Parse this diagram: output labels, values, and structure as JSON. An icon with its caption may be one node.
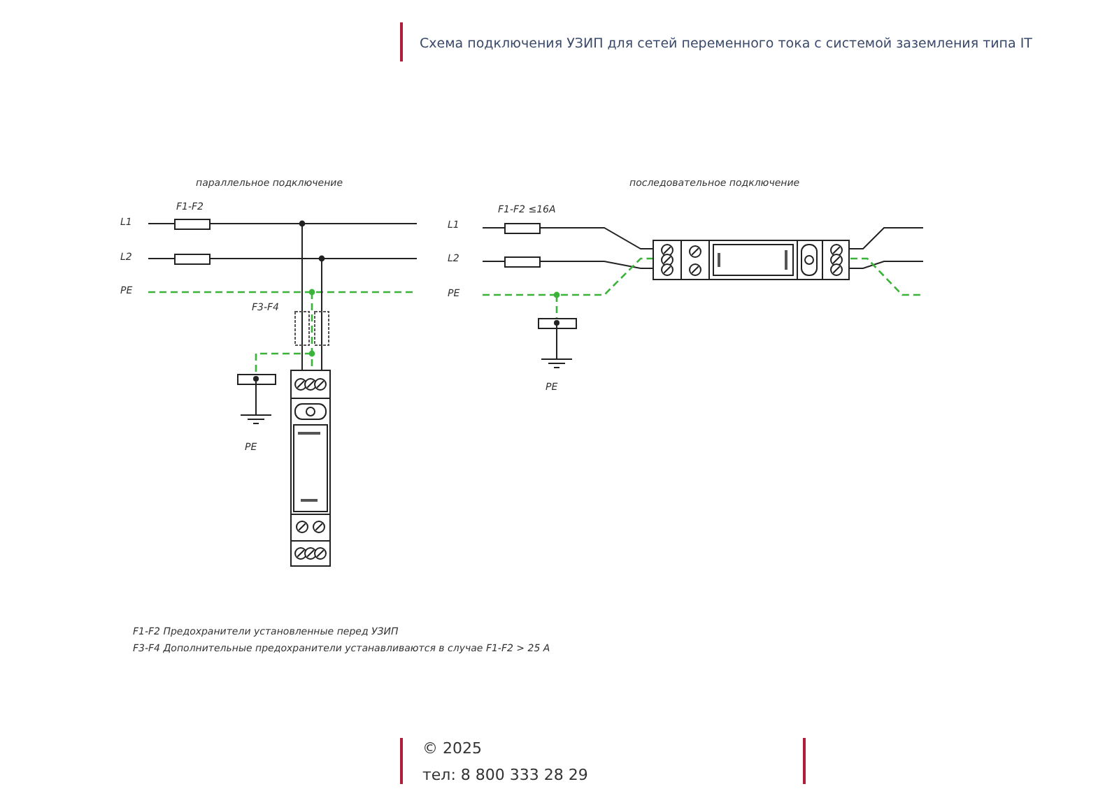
{
  "diagram": {
    "title": "Схема подключения УЗИП для сетей переменного тока с системой заземления типа IT",
    "labels": [
      "параллельное подключение",
      "последовательное подключение",
      "F1-F2",
      "F1-F2 ≤16A",
      "L1",
      "L1",
      "L2",
      "L2",
      "PE",
      "PE",
      "F3-F4",
      "PE",
      "PE",
      "F1-F2 Предохранители установленные перед УЗИП",
      "F3-F4 Дополнительные предохранители устанавливаются в случае F1-F2 > 25 A",
      "© 2025",
      "тел: 8 800 333 28 29"
    ]
  }
}
